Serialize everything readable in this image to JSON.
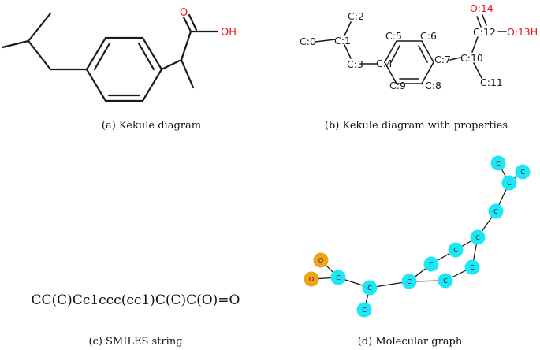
{
  "panel_a": {
    "caption": "(a) Kekule diagram",
    "labels": {
      "oh": "OH",
      "o": "O"
    }
  },
  "panel_b": {
    "caption": "(b) Kekule diagram with properties",
    "atoms": [
      "C:0",
      "C:1",
      "C:2",
      "C:3",
      "C:4",
      "C:5",
      "C:6",
      "C:7",
      "C:8",
      "C:9",
      "C:10",
      "C:11",
      "C:12",
      "O:13H",
      "O:14"
    ]
  },
  "panel_c": {
    "caption": "(c) SMILES string",
    "smiles": "CC(C)Cc1ccc(cc1)C(C)C(O)=O"
  },
  "panel_d": {
    "caption": "(d) Molecular graph",
    "node_labels": {
      "carbon": "C",
      "oxygen": "O"
    },
    "colors": {
      "carbon": "#1de7f5",
      "oxygen": "#f0a21a"
    }
  },
  "colors": {
    "heteroatom": "#e8141b",
    "bond": "#1a1a1a"
  }
}
